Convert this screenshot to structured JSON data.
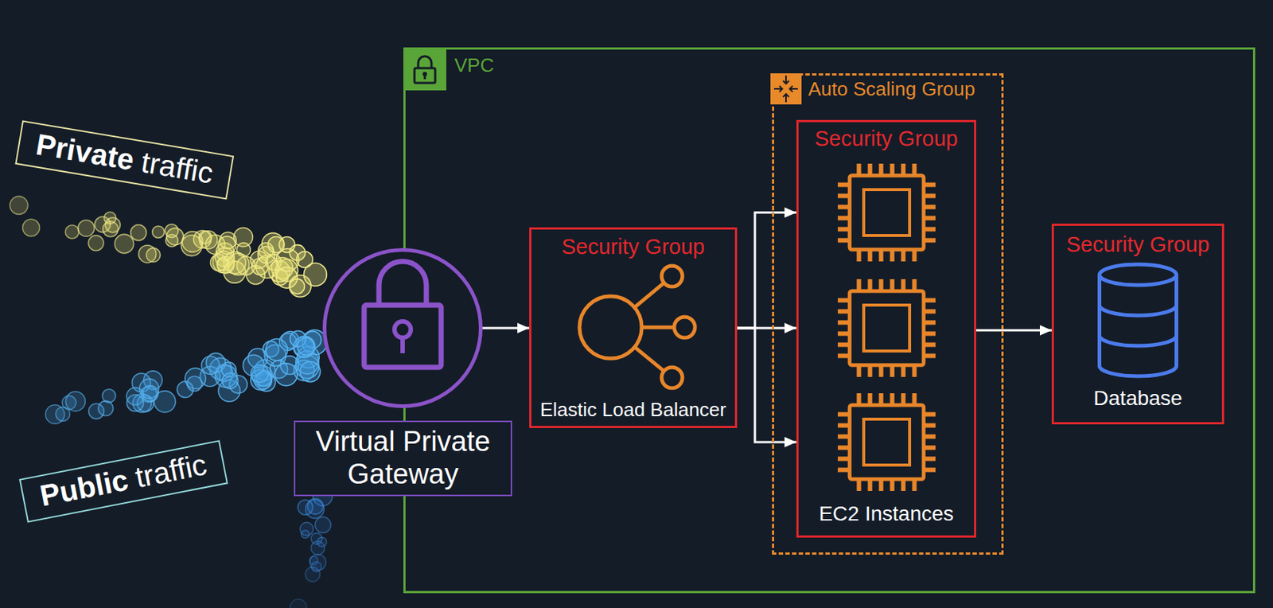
{
  "diagram": {
    "nodes": [
      {
        "text": [
          "Private",
          "traffic"
        ]
      },
      {
        "text": [
          "Public",
          "traffic"
        ]
      },
      {
        "text": [
          "VPC"
        ]
      },
      {
        "text": [
          "Virtual Private Gateway"
        ],
        "in": 2
      },
      {
        "text": [
          "Security Group",
          "Elastic Load Balancer"
        ],
        "in": 2
      },
      {
        "text": [
          "Auto Scaling Group"
        ],
        "in": 2
      },
      {
        "text": [
          "Security Group",
          "EC2 Instances"
        ],
        "in": 5
      },
      {
        "text": [
          "Security Group",
          "Database"
        ],
        "in": 2
      }
    ],
    "edges": [
      {
        "from": 3,
        "to": 4,
        "arrow": "to"
      },
      {
        "from": 4,
        "to": 6,
        "arrow": "to"
      },
      {
        "from": 6,
        "to": 7,
        "arrow": "to"
      }
    ]
  }
}
